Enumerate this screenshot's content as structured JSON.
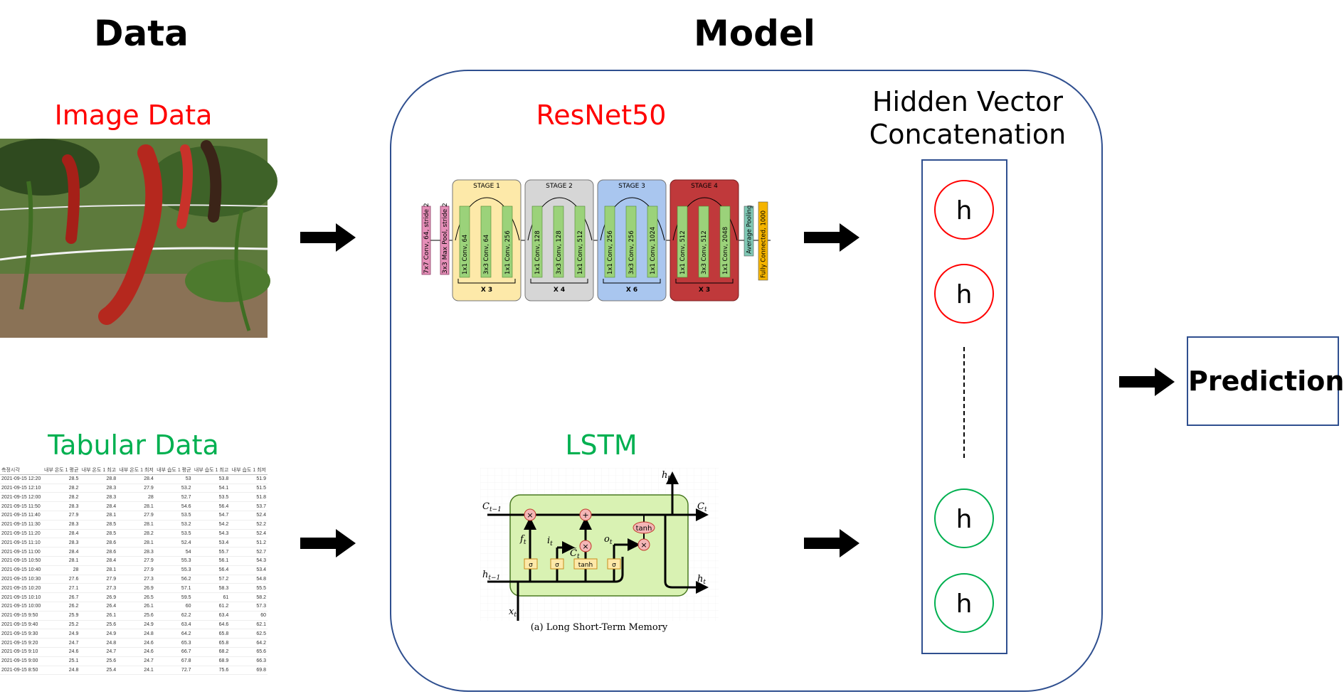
{
  "headings": {
    "data": "Data",
    "model": "Model"
  },
  "inputs": {
    "image_label": "Image Data",
    "tabular_label": "Tabular Data"
  },
  "table": {
    "headers": [
      "측정시각",
      "내부 온도 1 평균",
      "내부 온도 1 최고",
      "내부 온도 1 최저",
      "내부 습도 1 평균",
      "내부 습도 1 최고",
      "내부 습도 1 최저"
    ],
    "rows": [
      [
        "2021-09-15 12:20",
        "28.5",
        "28.8",
        "28.4",
        "53",
        "53.8",
        "51.9"
      ],
      [
        "2021-09-15 12:10",
        "28.2",
        "28.3",
        "27.9",
        "53.2",
        "54.1",
        "51.5"
      ],
      [
        "2021-09-15 12:00",
        "28.2",
        "28.3",
        "28",
        "52.7",
        "53.5",
        "51.8"
      ],
      [
        "2021-09-15 11:50",
        "28.3",
        "28.4",
        "28.1",
        "54.6",
        "56.4",
        "53.7"
      ],
      [
        "2021-09-15 11:40",
        "27.9",
        "28.1",
        "27.9",
        "53.5",
        "54.7",
        "52.4"
      ],
      [
        "2021-09-15 11:30",
        "28.3",
        "28.5",
        "28.1",
        "53.2",
        "54.2",
        "52.2"
      ],
      [
        "2021-09-15 11:20",
        "28.4",
        "28.5",
        "28.2",
        "53.5",
        "54.3",
        "52.4"
      ],
      [
        "2021-09-15 11:10",
        "28.3",
        "28.6",
        "28.1",
        "52.4",
        "53.4",
        "51.2"
      ],
      [
        "2021-09-15 11:00",
        "28.4",
        "28.6",
        "28.3",
        "54",
        "55.7",
        "52.7"
      ],
      [
        "2021-09-15 10:50",
        "28.1",
        "28.4",
        "27.9",
        "55.3",
        "56.1",
        "54.3"
      ],
      [
        "2021-09-15 10:40",
        "28",
        "28.1",
        "27.9",
        "55.3",
        "56.4",
        "53.4"
      ],
      [
        "2021-09-15 10:30",
        "27.6",
        "27.9",
        "27.3",
        "56.2",
        "57.2",
        "54.8"
      ],
      [
        "2021-09-15 10:20",
        "27.1",
        "27.3",
        "26.9",
        "57.1",
        "58.3",
        "55.5"
      ],
      [
        "2021-09-15 10:10",
        "26.7",
        "26.9",
        "26.5",
        "59.5",
        "61",
        "58.2"
      ],
      [
        "2021-09-15 10:00",
        "26.2",
        "26.4",
        "26.1",
        "60",
        "61.2",
        "57.3"
      ],
      [
        "2021-09-15 9:50",
        "25.9",
        "26.1",
        "25.6",
        "62.2",
        "63.4",
        "60"
      ],
      [
        "2021-09-15 9:40",
        "25.2",
        "25.6",
        "24.9",
        "63.4",
        "64.6",
        "62.1"
      ],
      [
        "2021-09-15 9:30",
        "24.9",
        "24.9",
        "24.8",
        "64.2",
        "65.8",
        "62.5"
      ],
      [
        "2021-09-15 9:20",
        "24.7",
        "24.8",
        "24.6",
        "65.3",
        "65.8",
        "64.2"
      ],
      [
        "2021-09-15 9:10",
        "24.6",
        "24.7",
        "24.6",
        "66.7",
        "68.2",
        "65.6"
      ],
      [
        "2021-09-15 9:00",
        "25.1",
        "25.6",
        "24.7",
        "67.8",
        "68.9",
        "66.3"
      ],
      [
        "2021-09-15 8:50",
        "24.8",
        "25.4",
        "24.1",
        "72.7",
        "75.6",
        "69.8"
      ]
    ]
  },
  "resnet": {
    "title": "ResNet50",
    "pre_layers": [
      "7x7 Conv, 64, stride 2",
      "3x3 Max Pool, stride 2"
    ],
    "post_layers": [
      "Average Pooling",
      "Fully Connected, 1000"
    ],
    "stages": [
      {
        "name": "STAGE 1",
        "layers": [
          "1x1 Conv, 64",
          "3x3 Conv, 64",
          "1x1 Conv, 256"
        ],
        "repeat": "X 3",
        "color": "#fde9a9"
      },
      {
        "name": "STAGE 2",
        "layers": [
          "1x1 Conv, 128",
          "3x3 Conv, 128",
          "1x1 Conv, 512"
        ],
        "repeat": "X 4",
        "color": "#d6d6d6"
      },
      {
        "name": "STAGE 3",
        "layers": [
          "1x1 Conv, 256",
          "3x3 Conv, 256",
          "1x1 Conv, 1024"
        ],
        "repeat": "X 6",
        "color": "#a9c6ef"
      },
      {
        "name": "STAGE 4",
        "layers": [
          "1x1 Conv, 512",
          "3x3 Conv, 512",
          "1x1 Conv, 2048"
        ],
        "repeat": "X 3",
        "color": "#c0393b"
      }
    ]
  },
  "lstm": {
    "title": "LSTM",
    "caption": "(a) Long Short-Term Memory",
    "gates": [
      "σ",
      "σ",
      "tanh",
      "σ"
    ],
    "ops": {
      "mul": "×",
      "add": "+",
      "tanh": "tanh"
    }
  },
  "concat": {
    "title_line1": "Hidden Vector",
    "title_line2": "Concatenation",
    "h": "h"
  },
  "prediction": "Prediction",
  "colors": {
    "red": "#ff0000",
    "green": "#00b050",
    "frame": "#2f4f8f"
  }
}
